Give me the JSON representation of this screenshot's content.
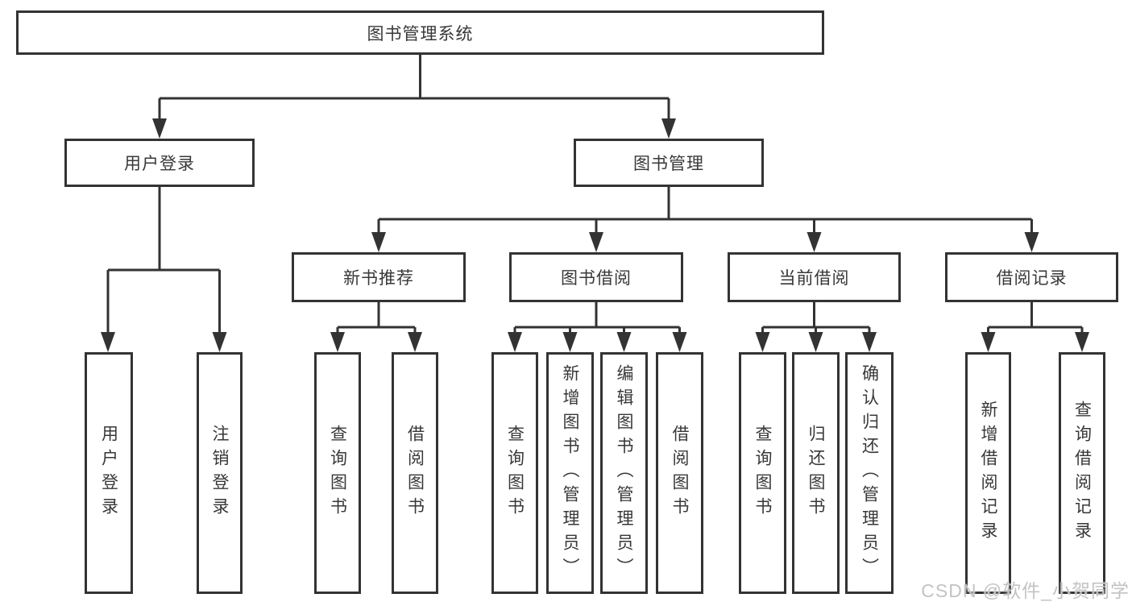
{
  "tree": {
    "root": {
      "label": "图书管理系统"
    },
    "login": {
      "label": "用户登录",
      "leaves": [
        {
          "label": "用户登录"
        },
        {
          "label": "注销登录"
        }
      ]
    },
    "management": {
      "label": "图书管理",
      "groups": [
        {
          "label": "新书推荐",
          "leaves": [
            {
              "label": "查询图书"
            },
            {
              "label": "借阅图书"
            }
          ]
        },
        {
          "label": "图书借阅",
          "leaves": [
            {
              "label": "查询图书"
            },
            {
              "label": "新增图书（管理员）"
            },
            {
              "label": "编辑图书（管理员）"
            },
            {
              "label": "借阅图书"
            }
          ]
        },
        {
          "label": "当前借阅",
          "leaves": [
            {
              "label": "查询图书"
            },
            {
              "label": "归还图书"
            },
            {
              "label": "确认归还（管理员）"
            }
          ]
        },
        {
          "label": "借阅记录",
          "leaves": [
            {
              "label": "新增借阅记录"
            },
            {
              "label": "查询借阅记录"
            }
          ]
        }
      ]
    }
  },
  "watermark": {
    "text": "CSDN @软件_小贺同学"
  },
  "colors": {
    "line": "#333333",
    "text": "#383838",
    "background": "#ffffff",
    "watermark": "#c3c3c3"
  }
}
